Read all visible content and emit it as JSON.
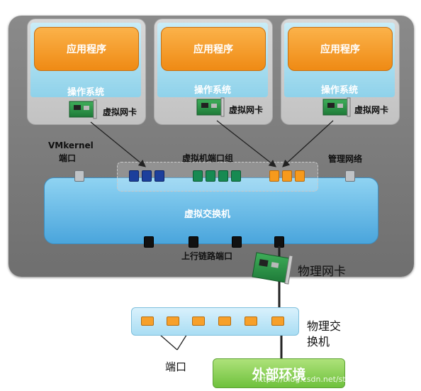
{
  "vms": [
    {
      "app_label": "应用程序",
      "os_label": "操作系统",
      "nic_label": "虚拟网卡"
    },
    {
      "app_label": "应用程序",
      "os_label": "操作系统",
      "nic_label": "虚拟网卡"
    },
    {
      "app_label": "应用程序",
      "os_label": "操作系统",
      "nic_label": "虚拟网卡"
    }
  ],
  "labels": {
    "vmkernel_port": "VMkernel",
    "vmkernel_port_line2": "端口",
    "vm_port_group": "虚拟机端口组",
    "mgmt_network": "管理网络",
    "vswitch": "虚拟交换机",
    "uplink_port": "上行链路端口",
    "physical_nic": "物理网卡",
    "physical_switch_line1": "物理交",
    "physical_switch_line2": "换机",
    "port": "端口",
    "external_env": "外部环境",
    "watermark": "https://blog.csdn.net/strangeboy"
  },
  "colors": {
    "app": "#f39a22",
    "os": "#9dd8ee",
    "vswitch": "#5ab2e3",
    "port_blue": "#1c3f9c",
    "port_green": "#178a52",
    "port_orange": "#f79a1c",
    "external": "#7ccb47"
  }
}
